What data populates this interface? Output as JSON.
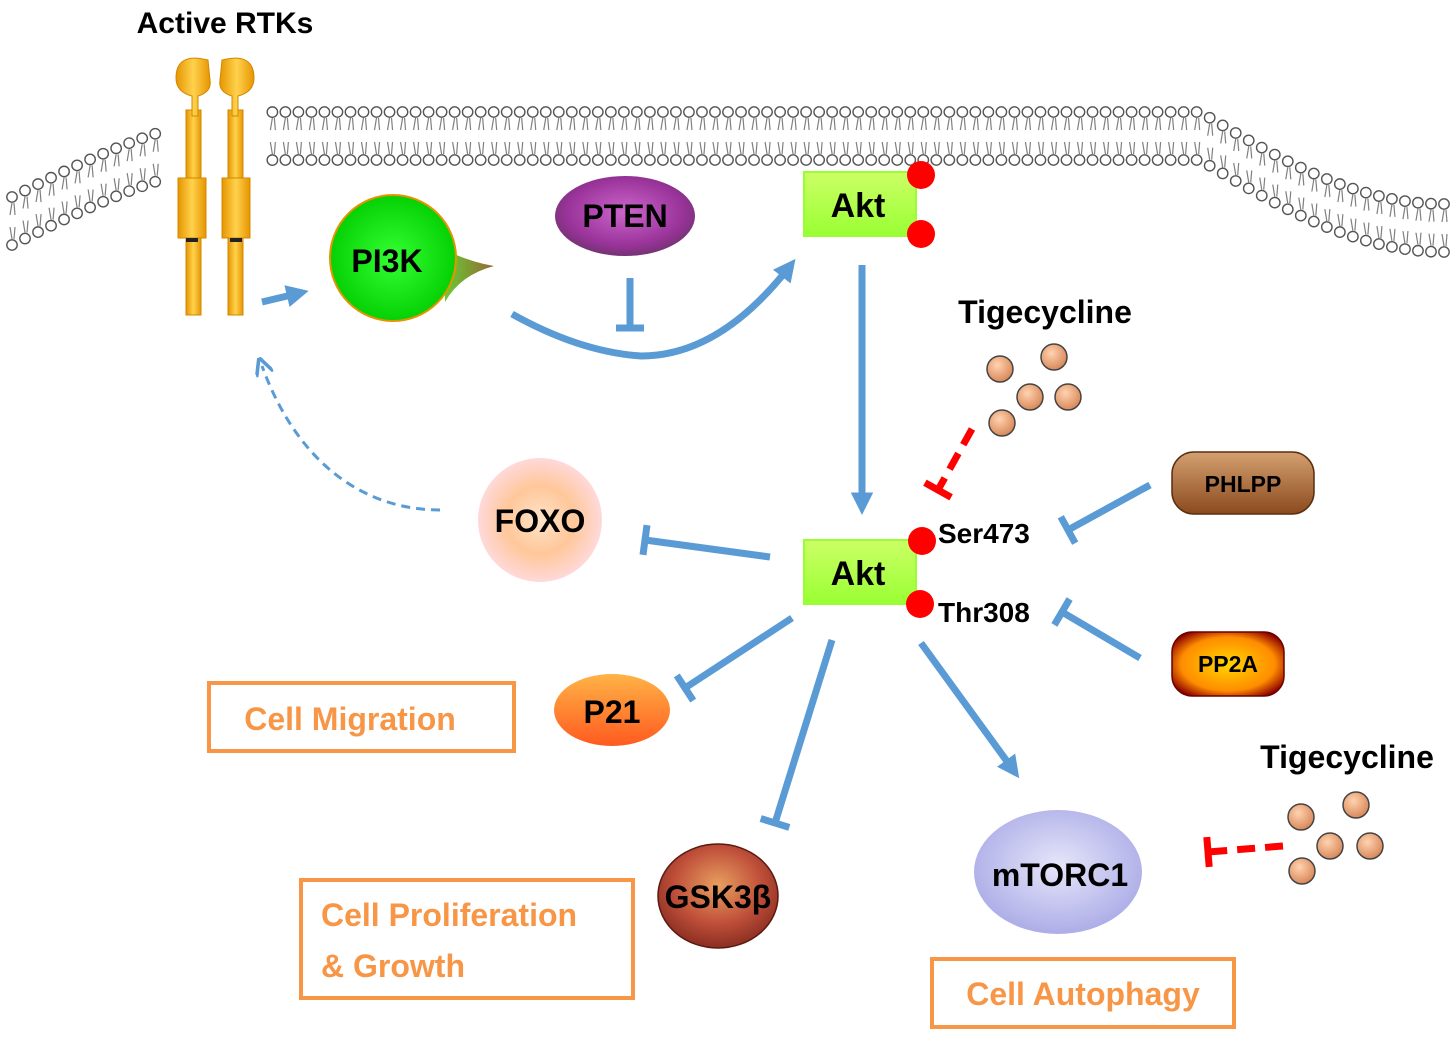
{
  "labels": {
    "active_rtks": "Active RTKs",
    "pi3k": "PI3K",
    "pten": "PTEN",
    "akt_membrane": "Akt",
    "akt_center": "Akt",
    "tigecycline_top": "Tigecycline",
    "tigecycline_bottom": "Tigecycline",
    "phlpp": "PHLPP",
    "pp2a": "PP2A",
    "ser473": "Ser473",
    "thr308": "Thr308",
    "foxo": "FOXO",
    "p21": "P21",
    "gsk3b": "GSK3β",
    "mtorc1": "mTORC1"
  },
  "outcomes": {
    "cell_migration": "Cell Migration",
    "cell_proliferation_line1": "Cell Proliferation",
    "cell_proliferation_line2": "& Growth",
    "cell_autophagy": "Cell Autophagy"
  },
  "colors": {
    "arrow_blue": "#5B9BD5",
    "inhibit_red": "#FF0000",
    "outcome_orange": "#F79646",
    "akt_green": "#92D050",
    "akt_green_light": "#CCFF66",
    "phospho_red": "#FF0000",
    "membrane_gray": "#808080"
  }
}
